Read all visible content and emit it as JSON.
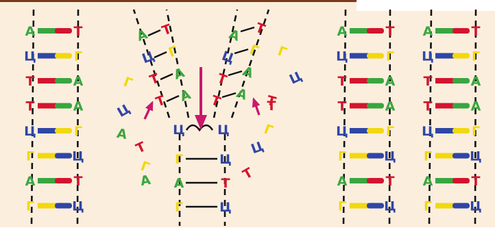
{
  "colors": {
    "background": "#fbeedd",
    "border": "#7a3b1a",
    "A": "#3aa63f",
    "T": "#d4142e",
    "C": "#2f46a6",
    "G": "#f2d80e",
    "arrow_main": "#c8196b",
    "arrow_small": "#c8196b",
    "line": "#111111"
  },
  "letters": {
    "A": "А",
    "T": "Т",
    "C": "Ц",
    "G": "Г"
  },
  "original_dna": {
    "pairs": [
      [
        "A",
        "T"
      ],
      [
        "C",
        "G"
      ],
      [
        "T",
        "A"
      ],
      [
        "T",
        "A"
      ],
      [
        "C",
        "G"
      ],
      [
        "G",
        "C"
      ],
      [
        "A",
        "T"
      ],
      [
        "G",
        "C"
      ]
    ]
  },
  "replication_fork": {
    "unpaired_stem": [
      [
        "C",
        "C"
      ]
    ],
    "stem_pairs": [
      [
        "G",
        "C"
      ],
      [
        "A",
        "T"
      ],
      [
        "G",
        "C"
      ]
    ],
    "left_branch": [
      {
        "template": "T",
        "new": "A"
      },
      {
        "template": "G",
        "new": "C"
      },
      {
        "template": "A",
        "new": "T"
      },
      {
        "template": "A",
        "new": "T"
      }
    ],
    "right_branch": [
      {
        "template": "A",
        "new": "T"
      },
      {
        "template": "C",
        "new": "G"
      },
      {
        "template": "T",
        "new": "A"
      },
      {
        "template": "T",
        "new": "A"
      }
    ],
    "free_nucleotides": [
      "G",
      "C",
      "A",
      "T",
      "G",
      "A",
      "G",
      "C",
      "T",
      "G",
      "C",
      "T",
      "T"
    ]
  },
  "daughter_dna_1": {
    "pairs": [
      [
        "A",
        "T"
      ],
      [
        "C",
        "G"
      ],
      [
        "T",
        "A"
      ],
      [
        "T",
        "A"
      ],
      [
        "C",
        "G"
      ],
      [
        "G",
        "C"
      ],
      [
        "A",
        "T"
      ],
      [
        "G",
        "C"
      ]
    ]
  },
  "daughter_dna_2": {
    "pairs": [
      [
        "A",
        "T"
      ],
      [
        "C",
        "G"
      ],
      [
        "T",
        "A"
      ],
      [
        "T",
        "A"
      ],
      [
        "C",
        "G"
      ],
      [
        "G",
        "C"
      ],
      [
        "A",
        "T"
      ],
      [
        "G",
        "C"
      ]
    ]
  }
}
